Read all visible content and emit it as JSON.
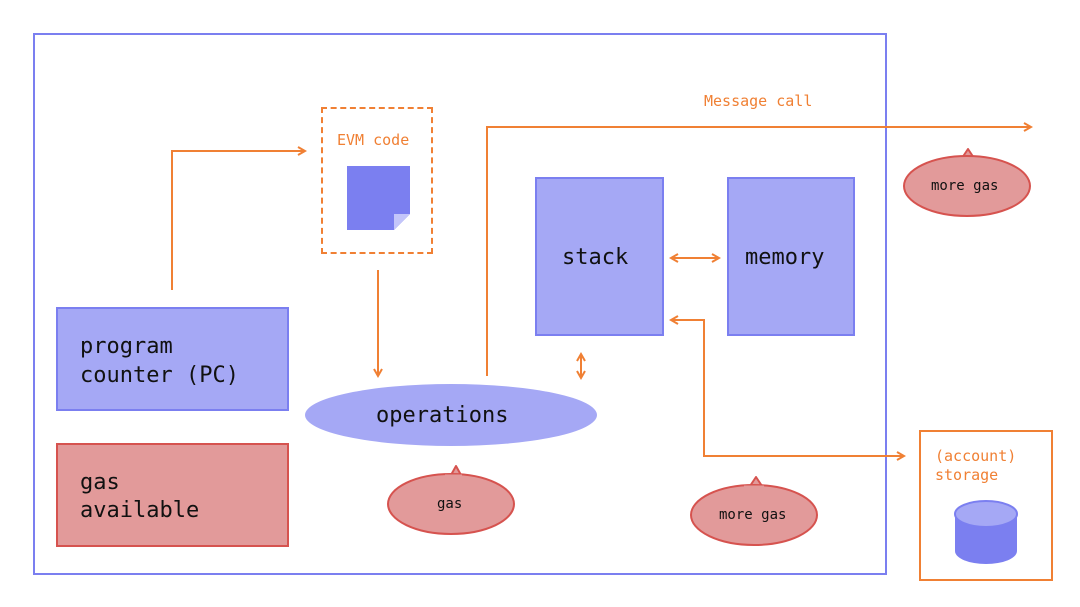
{
  "labels": {
    "evm_code": "EVM code",
    "message_call": "Message call",
    "stack": "stack",
    "memory": "memory",
    "program_counter_line1": "program",
    "program_counter_line2": "counter (PC)",
    "gas_line1": "gas",
    "gas_line2": "available",
    "operations": "operations",
    "gas_bubble": "gas",
    "more_gas_top": "more gas",
    "more_gas_bottom": "more gas",
    "storage_line1": "(account)",
    "storage_line2": "storage"
  },
  "icons": {
    "code": "document-icon",
    "storage": "database-icon"
  },
  "colors": {
    "frame": "#7b7ff0",
    "component_fill": "#a5a8f5",
    "gas_fill": "#e29a9a",
    "gas_stroke": "#d6534f",
    "arrow": "#f08034"
  }
}
